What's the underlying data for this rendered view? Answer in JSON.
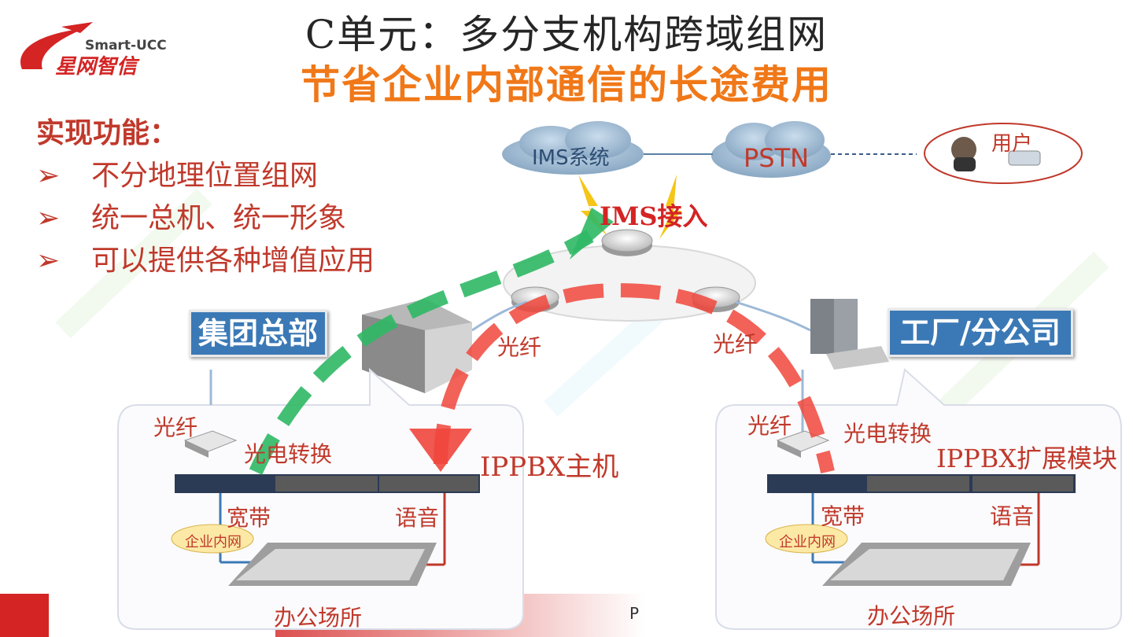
{
  "header": {
    "title": "C单元：多分支机构跨域组网",
    "subtitle": "节省企业内部通信的长途费用",
    "logo_en": "Smart-UCC",
    "logo_cn": "星网智信"
  },
  "features": {
    "heading": "实现功能：",
    "items": [
      "不分地理位置组网",
      "统一总机、统一形象",
      "可以提供各种增值应用"
    ]
  },
  "diagram": {
    "ims_system": "IMS系统",
    "pstn": "PSTN",
    "user": "用户",
    "ims_access": "IMS接入",
    "hq": "集团总部",
    "branch": "工厂/分公司",
    "fiber_left": "光纤",
    "fiber_right": "光纤",
    "left_site": {
      "fiber": "光纤",
      "converter": "光电转换",
      "pbx": "IPPBX主机",
      "broadband": "宽带",
      "voice": "语音",
      "lan": "企业内网",
      "office": "办公场所"
    },
    "right_site": {
      "fiber": "光纤",
      "converter": "光电转换",
      "pbx": "IPPBX扩展模块",
      "broadband": "宽带",
      "voice": "语音",
      "lan": "企业内网",
      "office": "办公场所"
    }
  },
  "footer": {
    "page_text": "P"
  },
  "colors": {
    "accent_red": "#d42424",
    "orange": "#f07818",
    "green_arrow": "#2fb865",
    "red_arrow": "#f0463c",
    "navy_box": "#3b79b6"
  }
}
